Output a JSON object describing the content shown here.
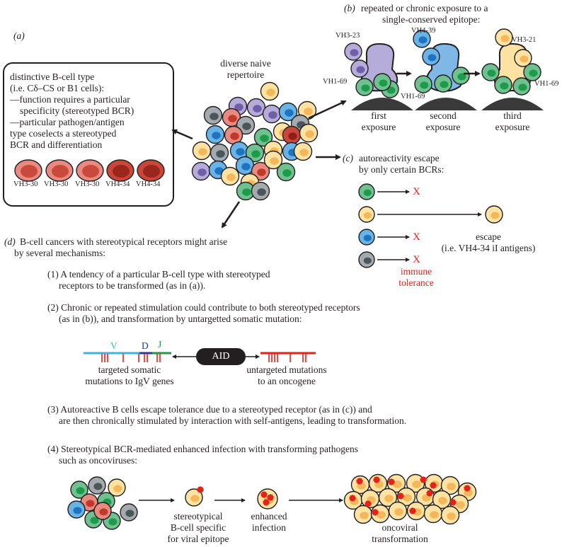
{
  "panel_a": {
    "tag": "(a)",
    "lines": [
      "distinctive B-cell type",
      "(i.e. Cδ–CS or B1 cells):",
      "—function requires a particular",
      "specificity (stereotyped BCR)",
      "—particular pathogen/antigen",
      "type coselects a stereotyped",
      "BCR and differentiation"
    ],
    "cell_labels": [
      "VH3-30",
      "VH3-30",
      "VH3-30",
      "VH4-34",
      "VH4-34"
    ]
  },
  "center": {
    "title_line1": "diverse naive",
    "title_line2": "repertoire"
  },
  "panel_b": {
    "tag": "(b)",
    "title_line1": "repeated or chronic exposure to a",
    "title_line2": "single-conserved epitope:",
    "gene_labels": [
      "VH3-23",
      "VH4-39",
      "VH3-21",
      "VH1-69",
      "VH1-69",
      "VH1-69"
    ],
    "exposures": [
      {
        "line1": "first",
        "line2": "exposure"
      },
      {
        "line1": "second",
        "line2": "exposure"
      },
      {
        "line1": "third",
        "line2": "exposure"
      }
    ]
  },
  "panel_c": {
    "tag": "(c)",
    "title_line1": "autoreactivity escape",
    "title_line2": "by only certain BCRs:",
    "x_marks": [
      "X",
      "X",
      "X"
    ],
    "escape_line1": "escape",
    "escape_line2": "(i.e. VH4-34 iI antigens)",
    "tolerance_line1": "immune",
    "tolerance_line2": "tolerance"
  },
  "panel_d": {
    "tag": "(d)",
    "title_line1": "B-cell cancers with stereotypical receptors might arise",
    "title_line2": "by several mechanisms:",
    "m1_line1": "(1) A tendency of a particular B-cell type with stereotyped",
    "m1_line2": "receptors to be transformed (as in (a)).",
    "m2_line1": "(2) Chronic or repeated stimulation could contribute to both stereotyped receptors",
    "m2_line2": "(as in (b)), and transformation by untargetted somatic mutation:",
    "gene_v": "V",
    "gene_d": "D",
    "gene_j": "J",
    "aid": "AID",
    "targeted_line1": "targeted somatic",
    "targeted_line2": "mutations to IgV genes",
    "untargeted_line1": "untargeted mutations",
    "untargeted_line2": "to an oncogene",
    "m3_line1": "(3) Autoreactive B cells escape tolerance due to a stereotyped receptor (as in (c)) and",
    "m3_line2": "are then chronically stimulated by interaction with self-antigens, leading to transformation.",
    "m4_line1": "(4) Stereotypical BCR-mediated enhanced infection with transforming pathogens",
    "m4_line2": "such as oncoviruses:",
    "step1_line1": "stereotypical",
    "step1_line2": "B-cell specific",
    "step1_line3": "for viral epitope",
    "step2_line1": "enhanced",
    "step2_line2": "infection",
    "step3_line1": "oncoviral",
    "step3_line2": "transformation"
  },
  "colors": {
    "yellow": "#fde3a3",
    "yellow_nuc": "#f6b75a",
    "blue": "#6ab3e6",
    "blue_nuc": "#1f74c0",
    "green": "#6fc18f",
    "green_nuc": "#1e9a4b",
    "purple": "#b6acd9",
    "purple_nuc": "#6f5ea8",
    "grey": "#a4aaad",
    "grey_nuc": "#4b555a",
    "red": "#e88a80",
    "red_nuc": "#c0392b",
    "darkred": "#c9463b",
    "darkred_nuc": "#8e1e16",
    "virus": "#e2231a"
  }
}
